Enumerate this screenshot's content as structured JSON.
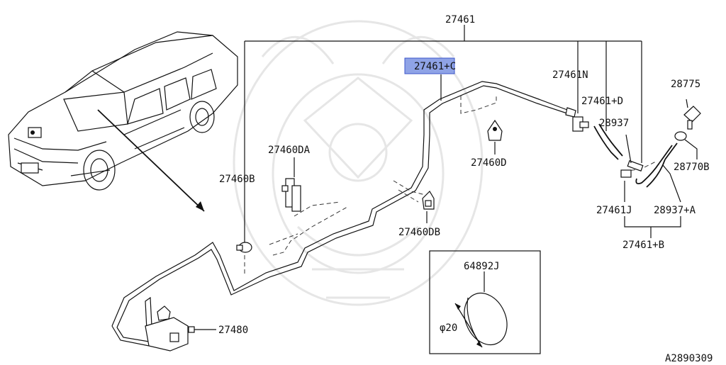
{
  "diagram_id": "A2890309",
  "labels": {
    "main_assembly": "27461",
    "hose_c": "27461+C",
    "hose_n": "27461N",
    "hose_d": "27461+D",
    "nozzle_top": "28775",
    "check_valve": "28937",
    "washer_nozzle_b": "28770B",
    "clip_da": "27460DA",
    "clip_b": "27460B",
    "clip_d": "27460D",
    "clip_db": "27460DB",
    "hose_j": "27461J",
    "hose_a": "28937+A",
    "hose_b": "27461+B",
    "plug": "64892J",
    "plug_diameter": "φ20",
    "tank": "27480"
  },
  "colors": {
    "highlight": "#8fa3e6",
    "line": "#111111",
    "watermark": "#e6e6e6"
  }
}
